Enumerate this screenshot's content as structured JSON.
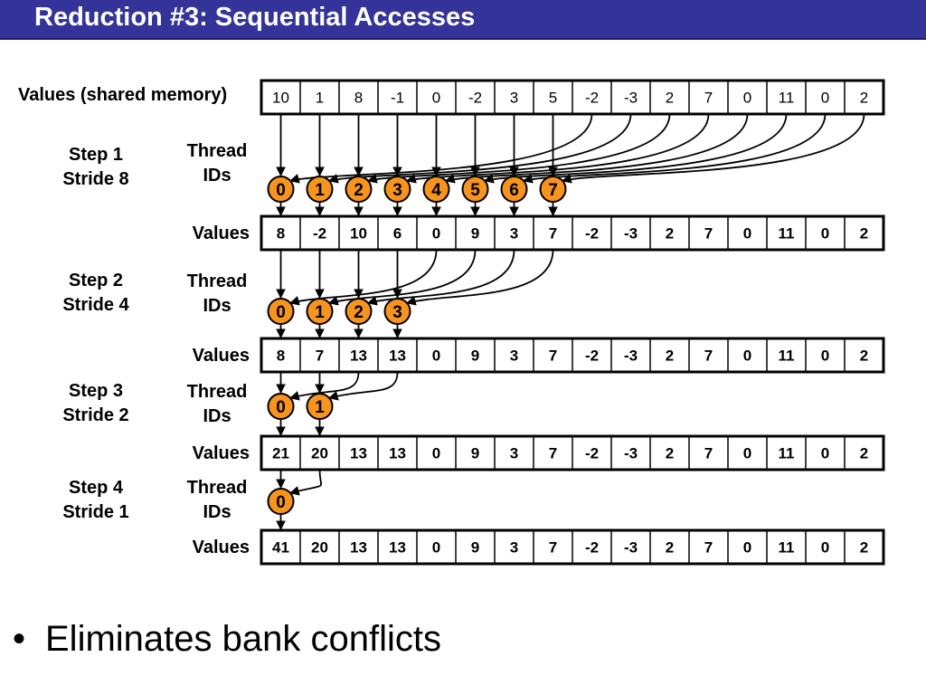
{
  "title": "Reduction #3: Sequential Accesses",
  "colors": {
    "header_bg": "#333399",
    "header_text": "#ffffff",
    "thread_fill": "#f7941d",
    "thread_stroke": "#000000"
  },
  "labels": {
    "initial_values": "Values (shared memory)",
    "values": "Values",
    "thread_ids_line1": "Thread",
    "thread_ids_line2": "IDs"
  },
  "initial_values": [
    "10",
    "1",
    "8",
    "-1",
    "0",
    "-2",
    "3",
    "5",
    "-2",
    "-3",
    "2",
    "7",
    "0",
    "11",
    "0",
    "2"
  ],
  "steps": [
    {
      "step_label": "Step 1",
      "stride_label": "Stride 8",
      "stride": 8,
      "thread_ids": [
        "0",
        "1",
        "2",
        "3",
        "4",
        "5",
        "6",
        "7"
      ],
      "values": [
        "8",
        "-2",
        "10",
        "6",
        "0",
        "9",
        "3",
        "7",
        "-2",
        "-3",
        "2",
        "7",
        "0",
        "11",
        "0",
        "2"
      ]
    },
    {
      "step_label": "Step 2",
      "stride_label": "Stride 4",
      "stride": 4,
      "thread_ids": [
        "0",
        "1",
        "2",
        "3"
      ],
      "values": [
        "8",
        "7",
        "13",
        "13",
        "0",
        "9",
        "3",
        "7",
        "-2",
        "-3",
        "2",
        "7",
        "0",
        "11",
        "0",
        "2"
      ]
    },
    {
      "step_label": "Step 3",
      "stride_label": "Stride 2",
      "stride": 2,
      "thread_ids": [
        "0",
        "1"
      ],
      "values": [
        "21",
        "20",
        "13",
        "13",
        "0",
        "9",
        "3",
        "7",
        "-2",
        "-3",
        "2",
        "7",
        "0",
        "11",
        "0",
        "2"
      ]
    },
    {
      "step_label": "Step 4",
      "stride_label": "Stride 1",
      "stride": 1,
      "thread_ids": [
        "0"
      ],
      "values": [
        "41",
        "20",
        "13",
        "13",
        "0",
        "9",
        "3",
        "7",
        "-2",
        "-3",
        "2",
        "7",
        "0",
        "11",
        "0",
        "2"
      ]
    }
  ],
  "bullet": {
    "marker": "•",
    "text": "Eliminates bank conflicts"
  }
}
